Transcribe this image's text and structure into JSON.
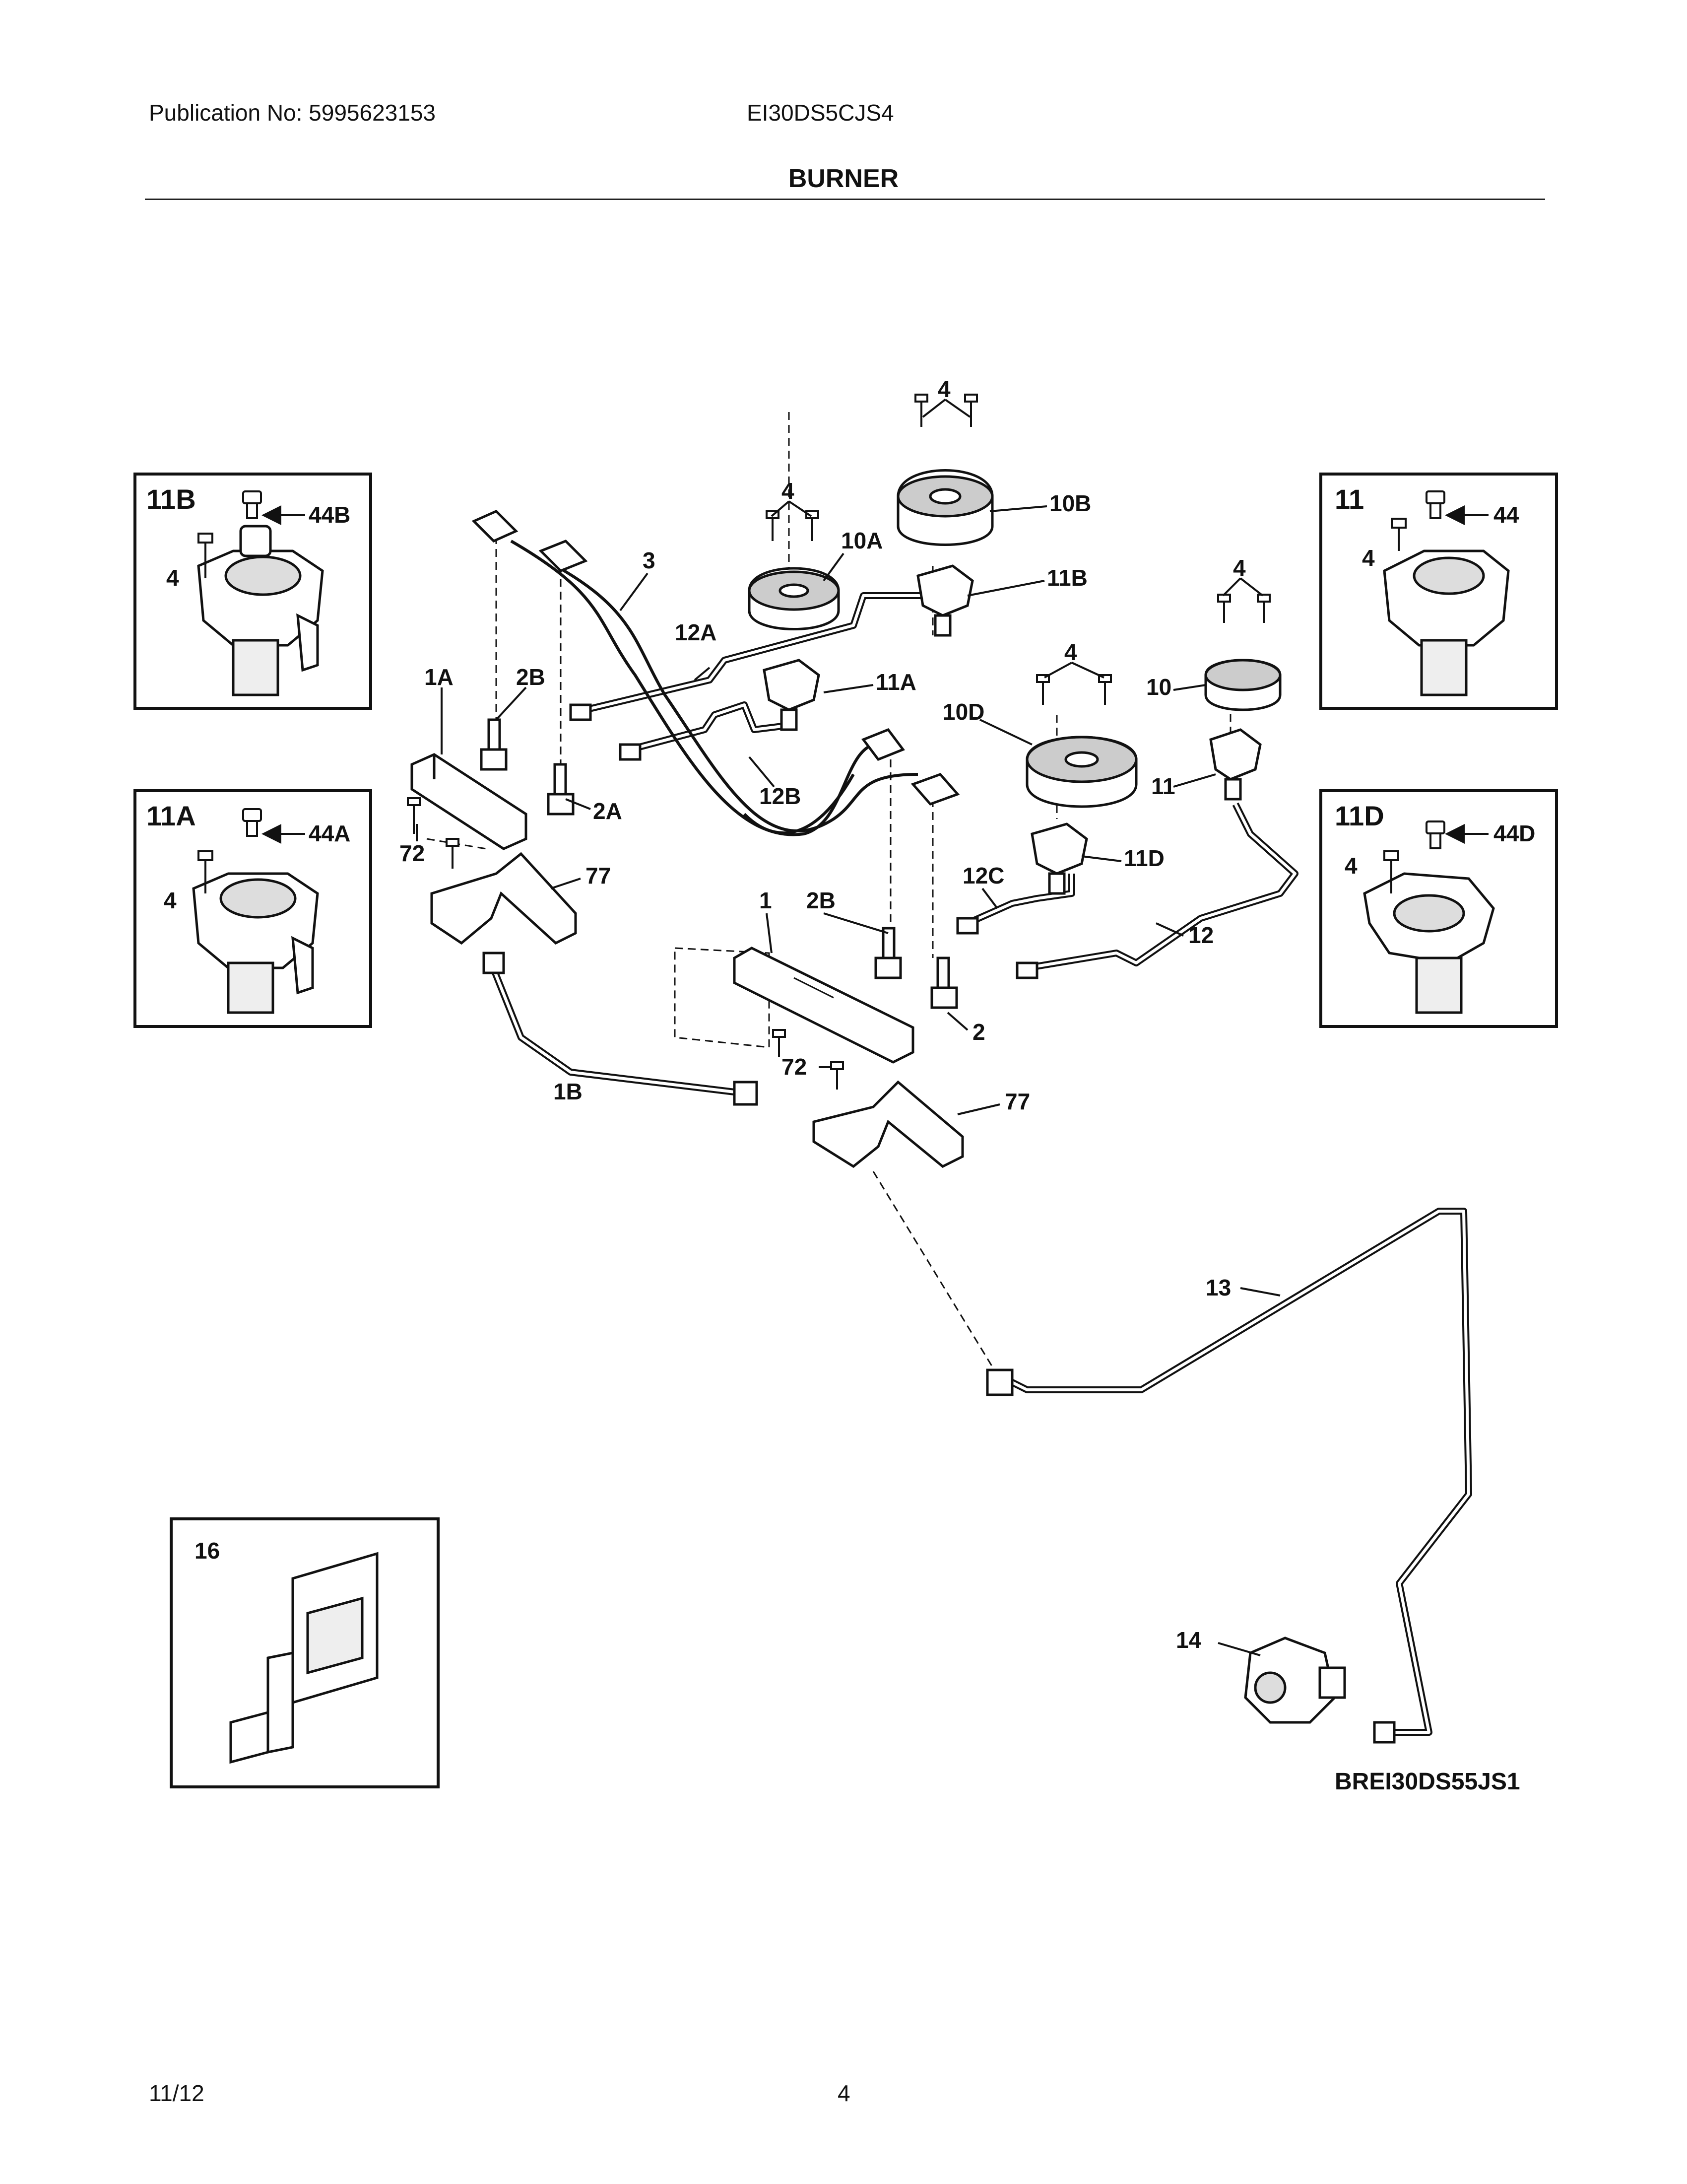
{
  "header": {
    "publication": "Publication No: 5995623153",
    "model": "EI30DS5CJS4",
    "title": "BURNER"
  },
  "footer": {
    "date": "11/12",
    "page": "4"
  },
  "diagram_code": "BREI30DS55JS1",
  "insets": {
    "b11b": {
      "title": "11B",
      "screw": "4",
      "cap": "44B"
    },
    "b11a": {
      "title": "11A",
      "screw": "4",
      "cap": "44A"
    },
    "b11": {
      "title": "11",
      "screw": "4",
      "cap": "44"
    },
    "b11d": {
      "title": "11D",
      "screw": "4",
      "cap": "44D"
    },
    "b16": {
      "title": "16"
    }
  },
  "labels": {
    "screws_top": "4",
    "screws_10a": "4",
    "screws_10": "4",
    "screws_10d": "4",
    "cap_10b": "10B",
    "cap_10a": "10A",
    "cap_10": "10",
    "cap_10d": "10D",
    "head_11b": "11B",
    "head_11a": "11A",
    "head_11": "11",
    "head_11d": "11D",
    "wire_3": "3",
    "tube_12a": "12A",
    "tube_12b": "12B",
    "tube_12c": "12C",
    "tube_12": "12",
    "manifold_1a": "1A",
    "valve_2b_left": "2B",
    "valve_2a": "2A",
    "screw_72_left": "72",
    "bracket_77_left": "77",
    "manifold_1": "1",
    "valve_2b_right": "2B",
    "valve_2": "2",
    "screw_72_right": "72",
    "bracket_77_right": "77",
    "tube_1b": "1B",
    "tube_13": "13",
    "regulator_14": "14"
  }
}
